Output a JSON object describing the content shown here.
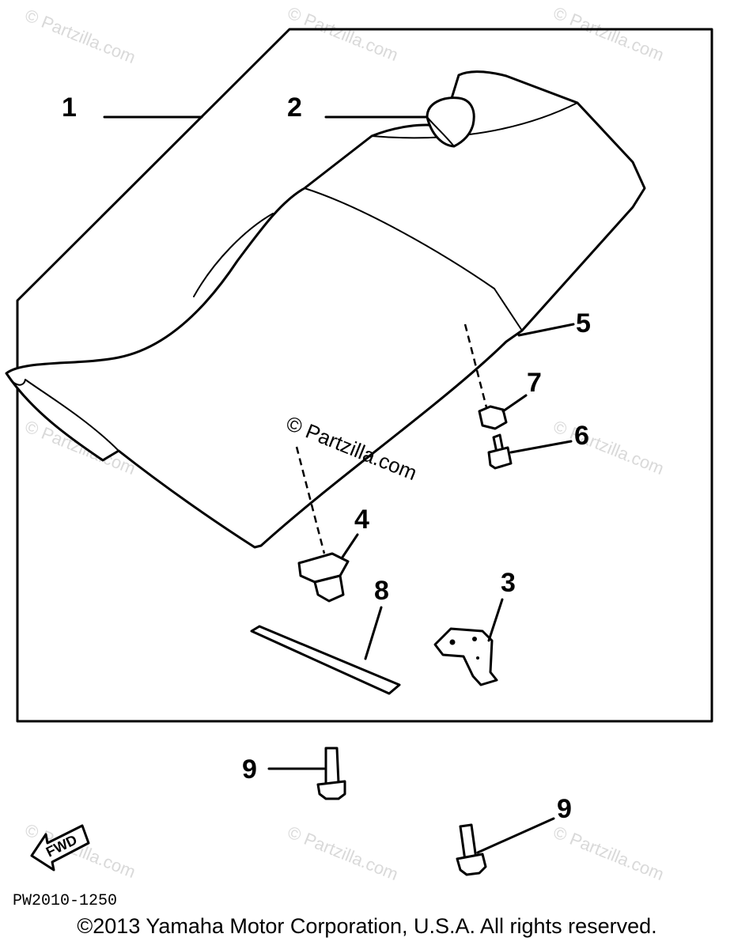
{
  "watermark": {
    "text": "© Partzilla.com"
  },
  "callouts": {
    "c1": "1",
    "c2": "2",
    "c3": "3",
    "c4": "4",
    "c5": "5",
    "c6": "6",
    "c7": "7",
    "c8": "8",
    "c9a": "9",
    "c9b": "9"
  },
  "forward_arrow": {
    "label": "FWD"
  },
  "diagram_code": "PW2010-1250",
  "copyright": "©2013 Yamaha Motor Corporation, U.S.A. All rights reserved."
}
